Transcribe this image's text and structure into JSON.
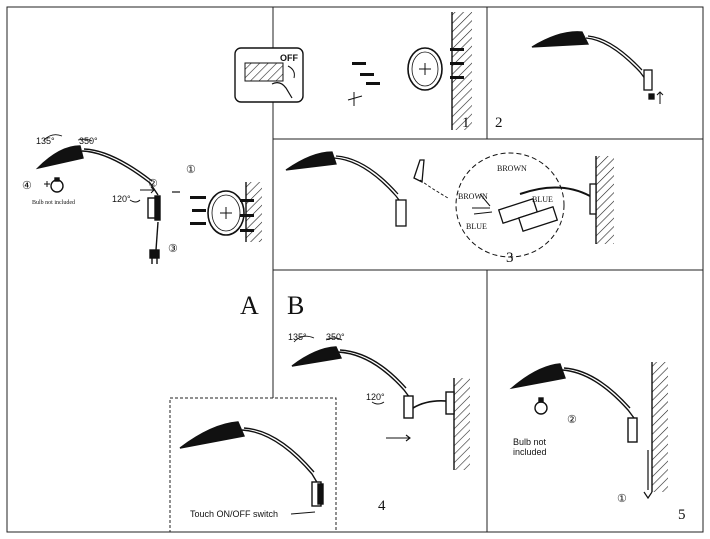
{
  "section_labels": {
    "a": "A",
    "b": "B"
  },
  "steps": {
    "s1": "1",
    "s2": "2",
    "s3": "3",
    "s4": "4",
    "s5": "5"
  },
  "angles": {
    "a135": "135°",
    "a350": "350°",
    "a120": "120°"
  },
  "off_label": "OFF",
  "bulb_note_small": "Bulb not included",
  "bulb_note_large": "Bulb not included",
  "switch_label": "Touch ON/OFF switch",
  "wires": {
    "brown1": "BROWN",
    "brown2": "BROWN",
    "blue1": "BLUE",
    "blue2": "BLUE"
  },
  "circled": {
    "c1": "①",
    "c2": "②",
    "c3": "③",
    "c4": "④"
  }
}
